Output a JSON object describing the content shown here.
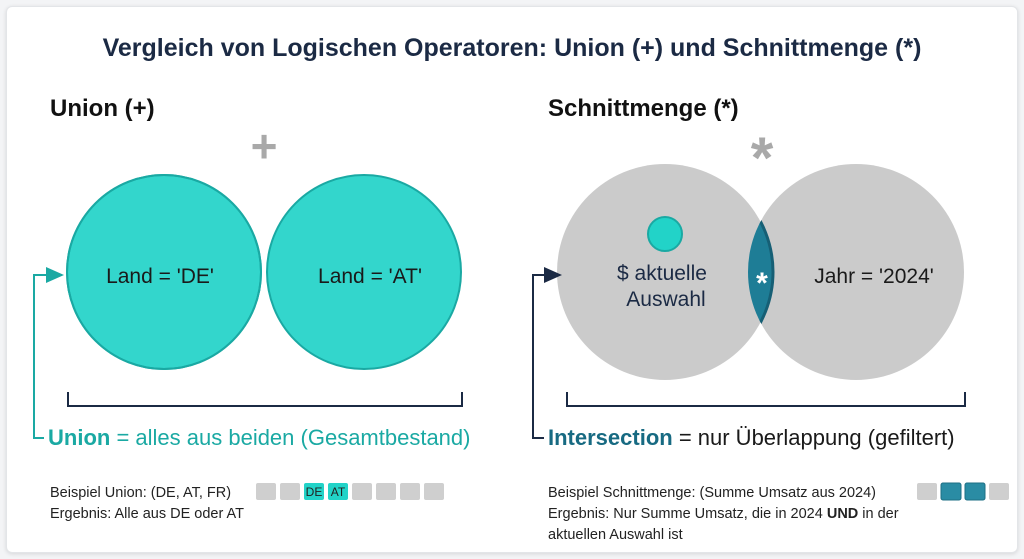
{
  "title": "Vergleich von Logischen Operatoren: Union (+) und Schnittmenge (*)",
  "union": {
    "heading": "Union (+)",
    "operator_symbol": "+",
    "left_circle_label": "Land = 'DE'",
    "right_circle_label": "Land = 'AT'",
    "result_keyword": "Union",
    "result_rest": " = alles aus beiden (Gesamtbestand)",
    "example_line1": "Beispiel Union: (DE, AT, FR)",
    "example_line2": "Ergebnis: Alle aus DE oder AT",
    "chips": [
      {
        "label": "",
        "active": false
      },
      {
        "label": "",
        "active": false
      },
      {
        "label": "DE",
        "active": true
      },
      {
        "label": "AT",
        "active": true
      },
      {
        "label": "",
        "active": false
      },
      {
        "label": "",
        "active": false
      },
      {
        "label": "",
        "active": false
      },
      {
        "label": "",
        "active": false
      }
    ]
  },
  "intersection": {
    "heading": "Schnittmenge (*)",
    "operator_symbol": "*",
    "left_circle_label_line1": "$ aktuelle",
    "left_circle_label_line2": "Auswahl",
    "center_symbol": "*",
    "right_circle_label": "Jahr = '2024'",
    "result_keyword": "Intersection",
    "result_rest": " = nur Überlappung (gefiltert)",
    "example_line1": "Beispiel Schnittmenge: (Summe Umsatz aus 2024)",
    "example_line2_pre": "Ergebnis: Nur Summe Umsatz, die in 2024 ",
    "example_line2_bold": "UND",
    "example_line2_post": " in der",
    "example_line3": "aktuellen Auswahl ist",
    "chips": [
      {
        "label": "",
        "active": false
      },
      {
        "label": "",
        "active": true
      },
      {
        "label": "",
        "active": true
      },
      {
        "label": "",
        "active": false
      }
    ]
  },
  "colors": {
    "teal": "#22d3c8",
    "teal_stroke": "#1aa9a3",
    "gray_circle": "#c8c8c8",
    "intersection_fill": "#1e7d96",
    "intersection_stroke": "#165f75",
    "navy": "#1b2a44",
    "chip_gray": "#cfcfcf",
    "chip_teal": "#22d3c8",
    "chip_dark": "#2a8ca4"
  }
}
